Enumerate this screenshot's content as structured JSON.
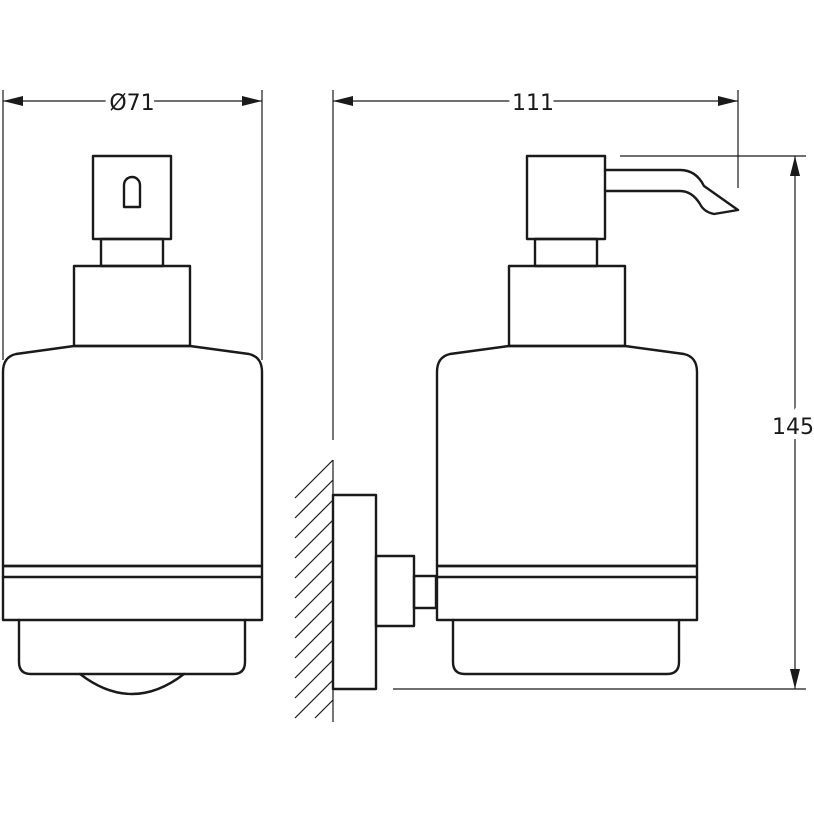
{
  "dimensions": {
    "diameter": "Ø71",
    "depth": "111",
    "height": "145"
  }
}
